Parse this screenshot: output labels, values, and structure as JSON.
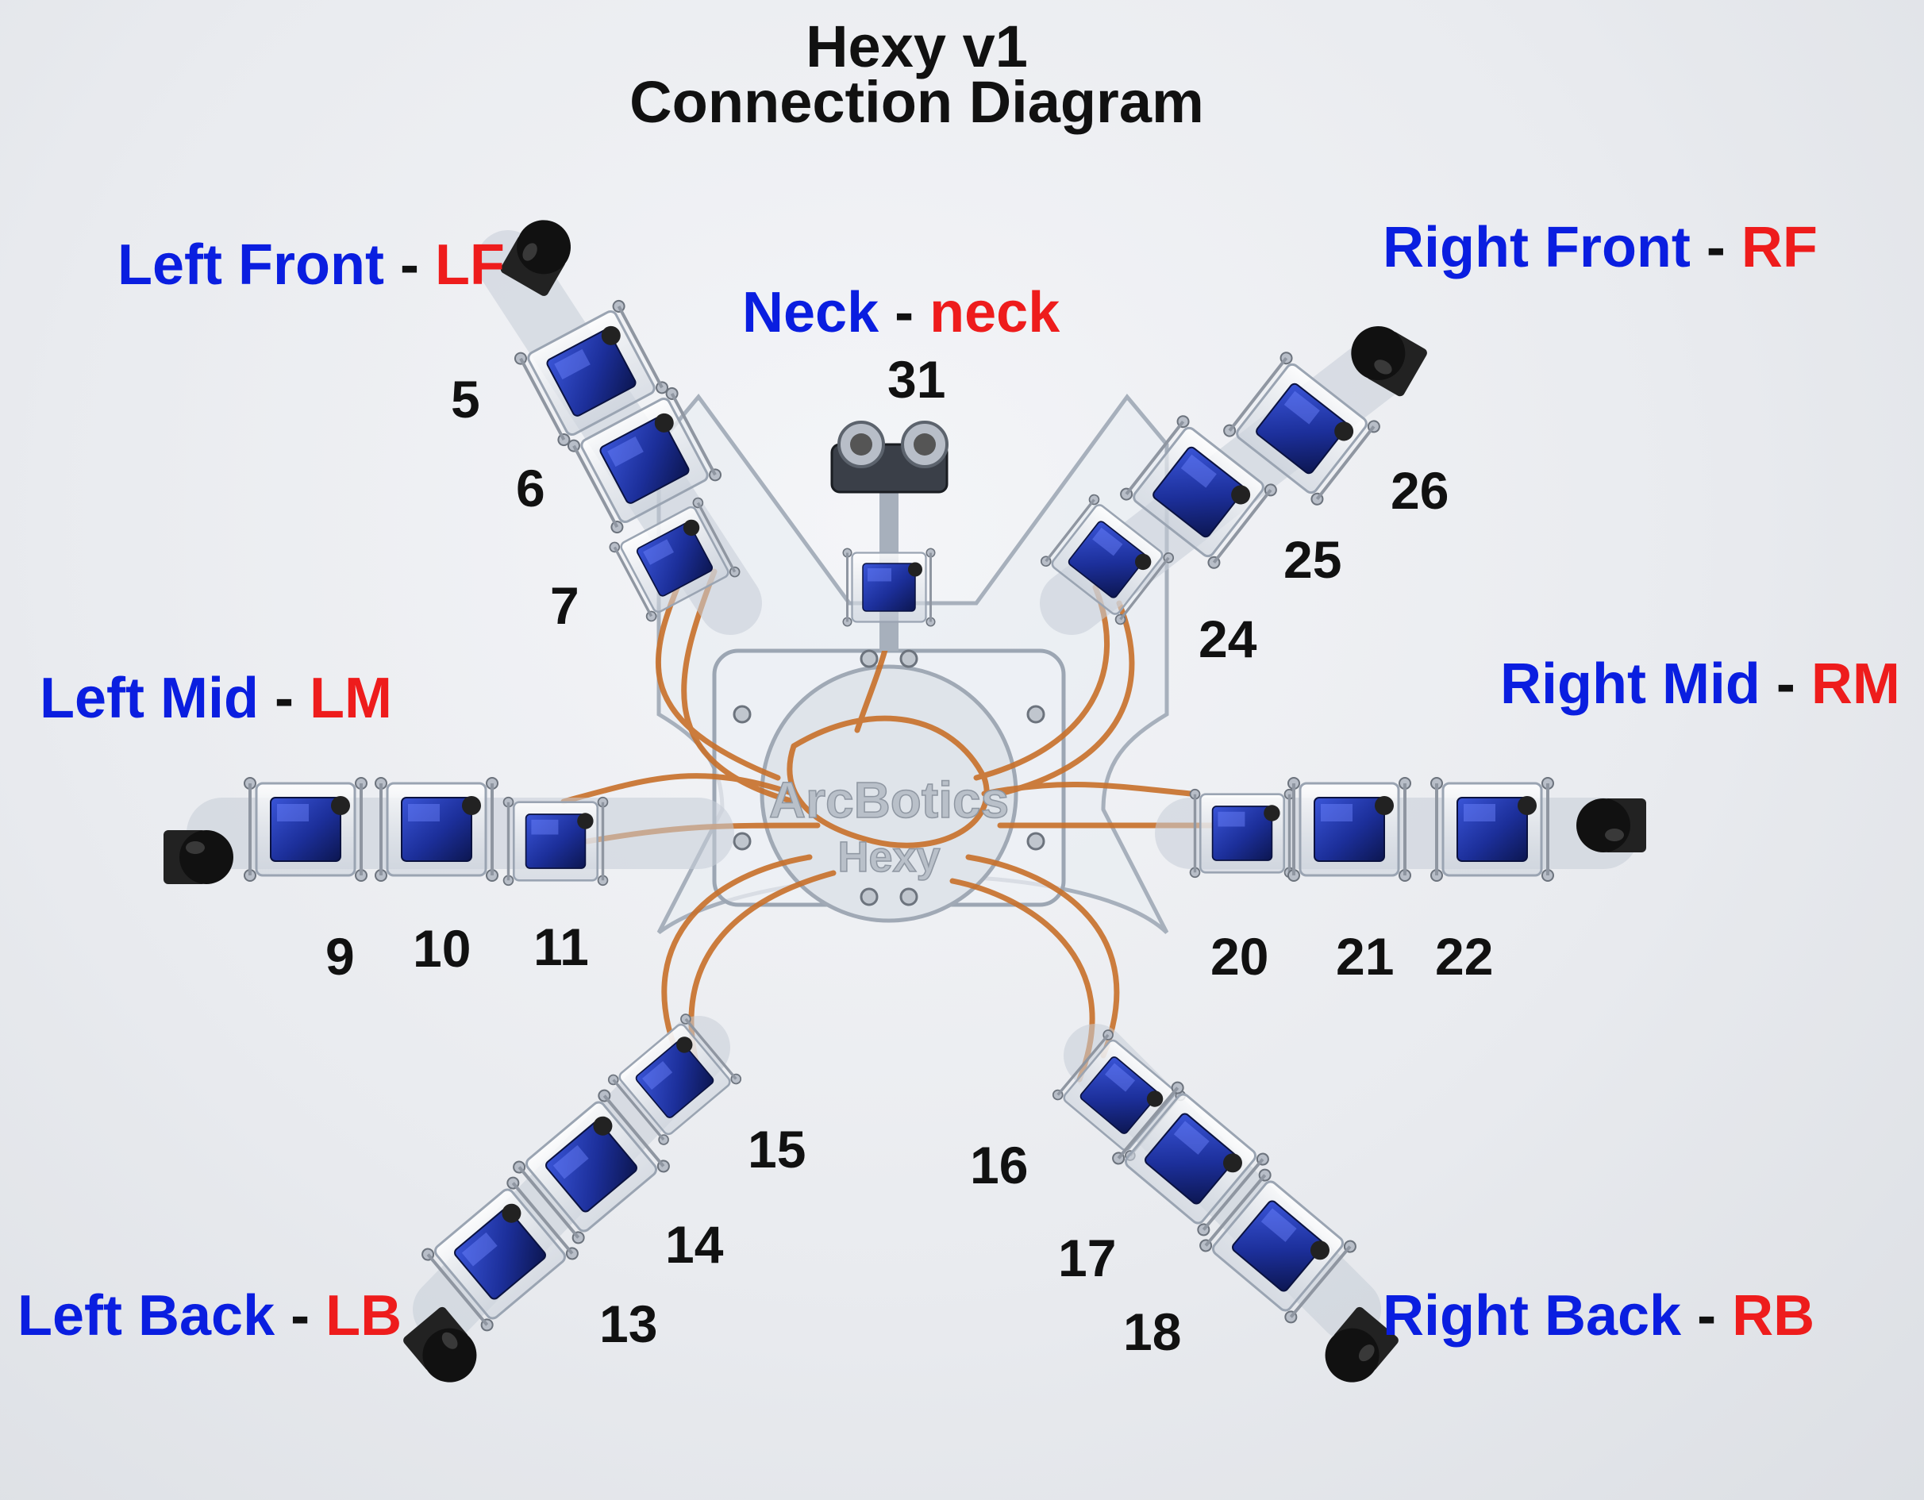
{
  "title": {
    "line1": "Hexy v1",
    "line2": "Connection Diagram"
  },
  "labels": {
    "left_front": {
      "name": "Left Front",
      "dash": "-",
      "code": "LF"
    },
    "neck": {
      "name": "Neck",
      "dash": "-",
      "code": "neck"
    },
    "right_front": {
      "name": "Right Front",
      "dash": "-",
      "code": "RF"
    },
    "left_mid": {
      "name": "Left Mid",
      "dash": "-",
      "code": "LM"
    },
    "right_mid": {
      "name": "Right Mid",
      "dash": "-",
      "code": "RM"
    },
    "left_back": {
      "name": "Left Back",
      "dash": "-",
      "code": "LB"
    },
    "right_back": {
      "name": "Right Back",
      "dash": "-",
      "code": "RB"
    }
  },
  "servos": {
    "lf": [
      "5",
      "6",
      "7"
    ],
    "neck": [
      "31"
    ],
    "rf": [
      "26",
      "25",
      "24"
    ],
    "lm": [
      "9",
      "10",
      "11"
    ],
    "rm": [
      "20",
      "21",
      "22"
    ],
    "lb": [
      "15",
      "14",
      "13"
    ],
    "rb": [
      "16",
      "17",
      "18"
    ]
  },
  "body_logo": {
    "line1": "ArcBotics",
    "line2": "Hexy"
  },
  "colors": {
    "name": "#0a1ee0",
    "code": "#ee1c1c",
    "numbers": "#111111",
    "servo": "#1c2f9a",
    "wire": "#c8702a"
  }
}
